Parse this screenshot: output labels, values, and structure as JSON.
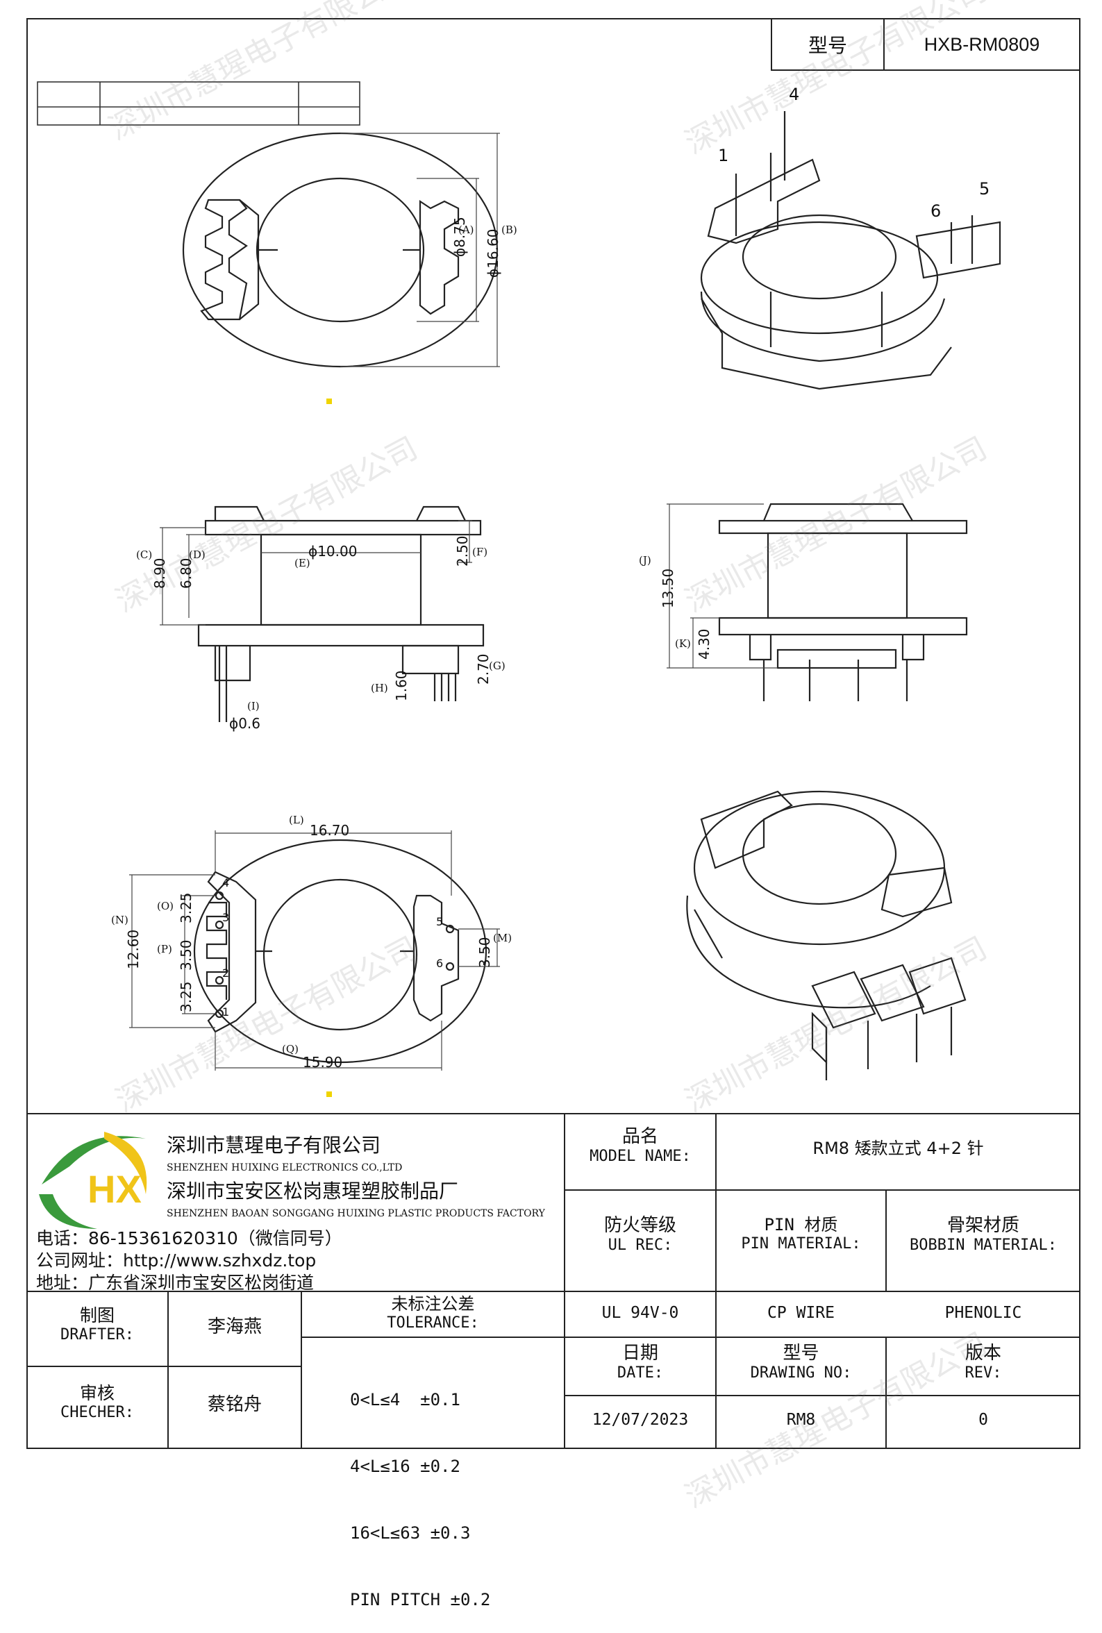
{
  "header": {
    "model_label": "型号",
    "model_value": "HXB-RM0809"
  },
  "watermark": "深圳市慧瑆电子有限公司",
  "drawings": {
    "top_view": {
      "dim_inner": "ϕ8.75",
      "dim_outer": "ϕ16.60",
      "tag_a": "(A)",
      "tag_b": "(B)"
    },
    "iso_top": {
      "pin1": "1",
      "pin4": "4",
      "pin5": "5",
      "pin6": "6"
    },
    "side_view": {
      "dim_c": "8.90",
      "dim_d": "6.80",
      "dim_e": "ϕ10.00",
      "dim_f": "2.50",
      "dim_g": "2.70",
      "dim_h": "1.60",
      "dim_i": "ϕ0.6",
      "tag_c": "(C)",
      "tag_d": "(D)",
      "tag_e": "(E)",
      "tag_f": "(F)",
      "tag_g": "(G)",
      "tag_h": "(H)",
      "tag_i": "(I)"
    },
    "front_view": {
      "dim_j": "13.50",
      "dim_k": "4.30",
      "tag_j": "(J)",
      "tag_k": "(K)"
    },
    "bottom_view": {
      "dim_l": "16.70",
      "dim_m": "3.50",
      "dim_n": "12.60",
      "dim_o": "3.25",
      "dim_p": "3.50",
      "dim_p2": "3.25",
      "dim_q": "15.90",
      "tag_l": "(L)",
      "tag_m": "(M)",
      "tag_n": "(N)",
      "tag_o": "(O)",
      "tag_p": "(P)",
      "tag_q": "(Q)",
      "pin1": "1",
      "pin2": "2",
      "pin3": "3",
      "pin4": "4",
      "pin5": "5",
      "pin6": "6"
    }
  },
  "company": {
    "name_cn": "深圳市慧瑆电子有限公司",
    "name_en": "SHENZHEN HUIXING ELECTRONICS CO.,LTD",
    "factory_cn": "深圳市宝安区松岗惠瑆塑胶制品厂",
    "factory_en": "SHENZHEN BAOAN SONGGANG HUIXING PLASTIC PRODUCTS FACTORY",
    "phone": "电话：86-15361620310（微信同号）",
    "website": "公司网址：http://www.szhxdz.top",
    "address": "地址：广东省深圳市宝安区松岗街道",
    "logo_text": "HX",
    "logo_colors": {
      "green": "#3a9a3c",
      "yellow": "#f0c419"
    }
  },
  "title_block": {
    "model_name_cn": "品名",
    "model_name_en": "MODEL NAME:",
    "model_name_value": "RM8 矮款立式 4+2 针",
    "ul_cn": "防火等级",
    "ul_en": "UL REC:",
    "ul_value": "UL 94V-0",
    "pin_cn": "PIN 材质",
    "pin_en": "PIN MATERIAL:",
    "pin_value": "CP WIRE",
    "bobbin_cn": "骨架材质",
    "bobbin_en": "BOBBIN MATERIAL:",
    "bobbin_value": "PHENOLIC",
    "drafter_cn": "制图",
    "drafter_en": "DRAFTER:",
    "drafter_value": "李海燕",
    "checker_cn": "审核",
    "checker_en": "CHECHER:",
    "checker_value": "蔡铭舟",
    "tolerance_cn": "未标注公差",
    "tolerance_en": "TOLERANCE:",
    "tolerance_lines": [
      "0<L≤4  ±0.1",
      "4<L≤16 ±0.2",
      "16<L≤63 ±0.3",
      "PIN PITCH ±0.2"
    ],
    "date_cn": "日期",
    "date_en": "DATE:",
    "date_value": "12/07/2023",
    "drawing_no_cn": "型号",
    "drawing_no_en": "DRAWING NO:",
    "drawing_no_value": "RM8",
    "rev_cn": "版本",
    "rev_en": "REV:",
    "rev_value": "0"
  }
}
